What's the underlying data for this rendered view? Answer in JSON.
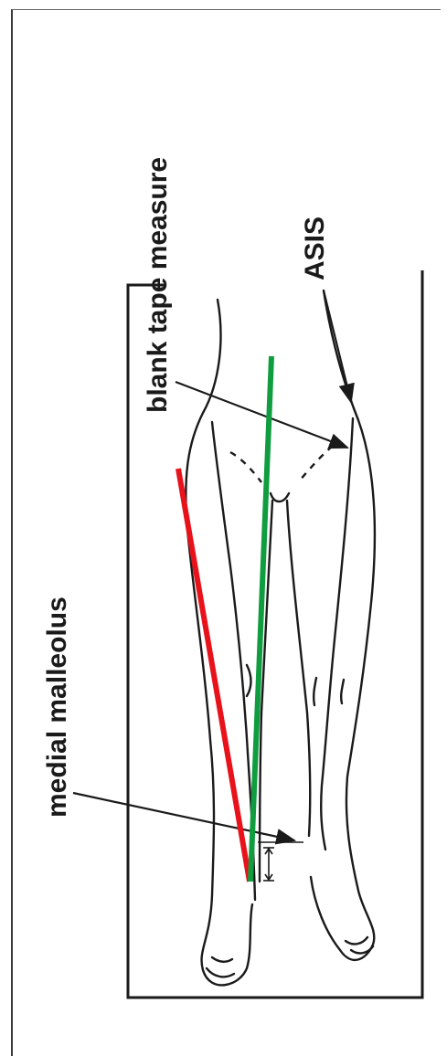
{
  "labels": {
    "medial_malleolus": "medial malleolus",
    "blank_tape_measure": "blank tape measure",
    "asis": "ASIS"
  },
  "colors": {
    "line_red": "#e8121b",
    "line_green": "#0f9d3f",
    "ink": "#1a1a1a"
  },
  "icons": {
    "measurement_indicator": "double-headed-arrow"
  }
}
